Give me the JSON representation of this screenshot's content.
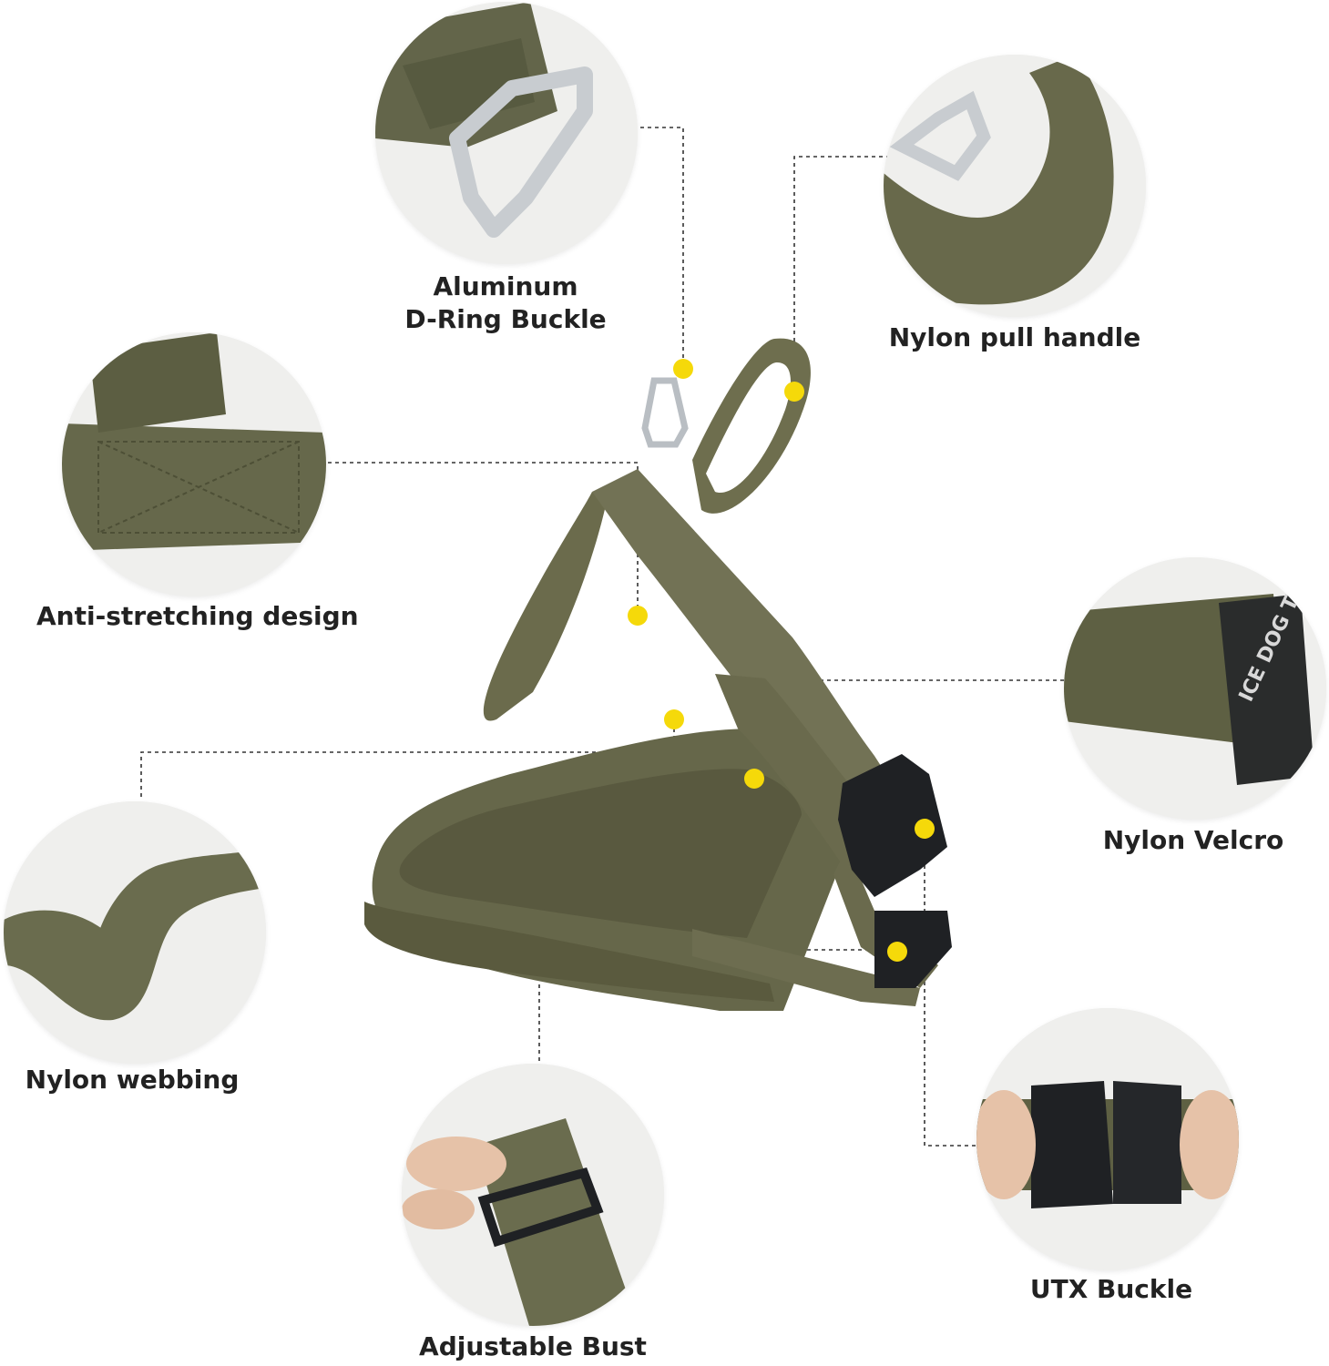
{
  "colors": {
    "strap": "#6b6b4c",
    "strap_dark": "#55573d",
    "hotspot": "#f5d90a",
    "metal": "#c7cbcf",
    "buckle": "#1f2124",
    "background": "#ffffff"
  },
  "features": {
    "d_ring": {
      "line1": "Aluminum",
      "line2": "D-Ring Buckle"
    },
    "pull_handle": {
      "label": "Nylon pull handle"
    },
    "anti_stretch": {
      "label": "Anti-stretching design"
    },
    "velcro": {
      "label": "Nylon Velcro",
      "patch_text": "ICE DOG TRAINING"
    },
    "webbing": {
      "label": "Nylon webbing"
    },
    "bust": {
      "label": "Adjustable Bust"
    },
    "utx": {
      "label": "UTX Buckle"
    }
  }
}
